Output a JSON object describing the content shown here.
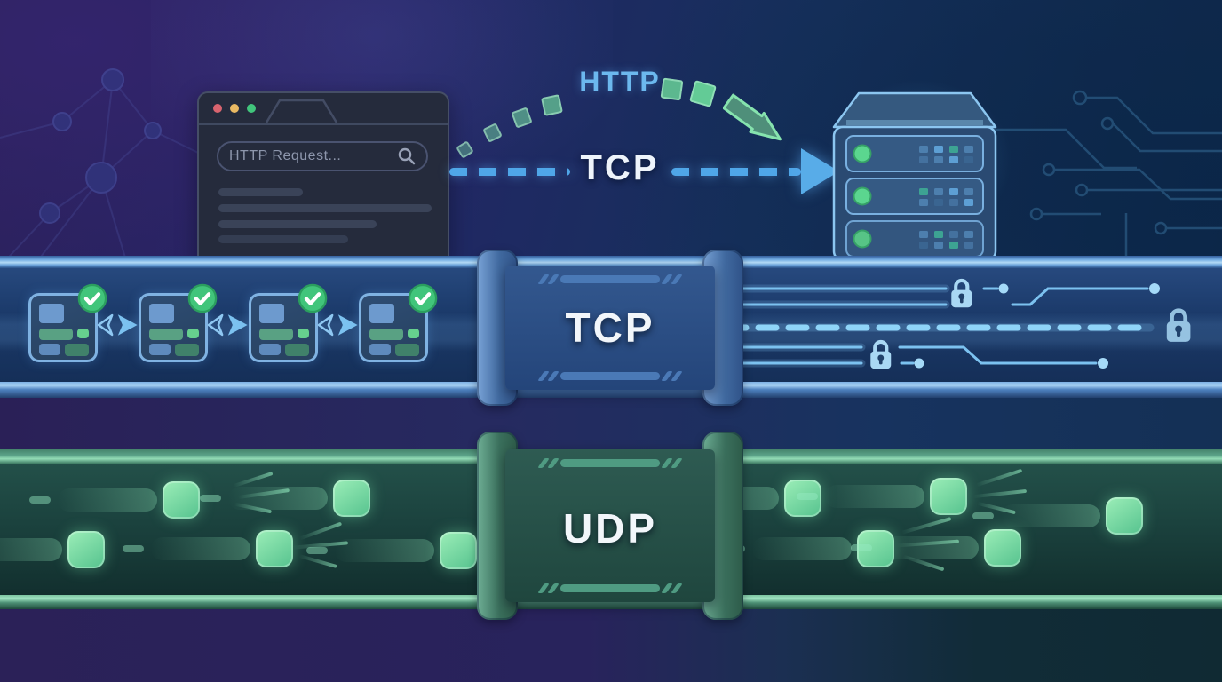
{
  "labels": {
    "http_arrow": "HTTP",
    "tcp_arrow": "TCP",
    "tcp_pipe": "TCP",
    "udp_pipe": "UDP"
  },
  "browser": {
    "url_text": "HTTP Request..."
  },
  "colors": {
    "http_label": "#6cb8ee",
    "tcp_arrow_label": "#eef4fb",
    "pipe_label": "#f2f6fa",
    "http_arrow_green": "#4f8f7a",
    "tcp_dash_blue": "#4fa6e8",
    "udp_packet_green": "#7de0aa",
    "check_green": "#41c57b",
    "lock_blue": "#a9d8f4",
    "traffic_red": "#d9646f",
    "traffic_yellow": "#e9b963",
    "traffic_green": "#41c57c"
  },
  "counts": {
    "tcp_packets": 4,
    "tcp_checkmarks": 4,
    "tcp_locks": 3,
    "udp_packets": 10,
    "server_bays": 3
  }
}
